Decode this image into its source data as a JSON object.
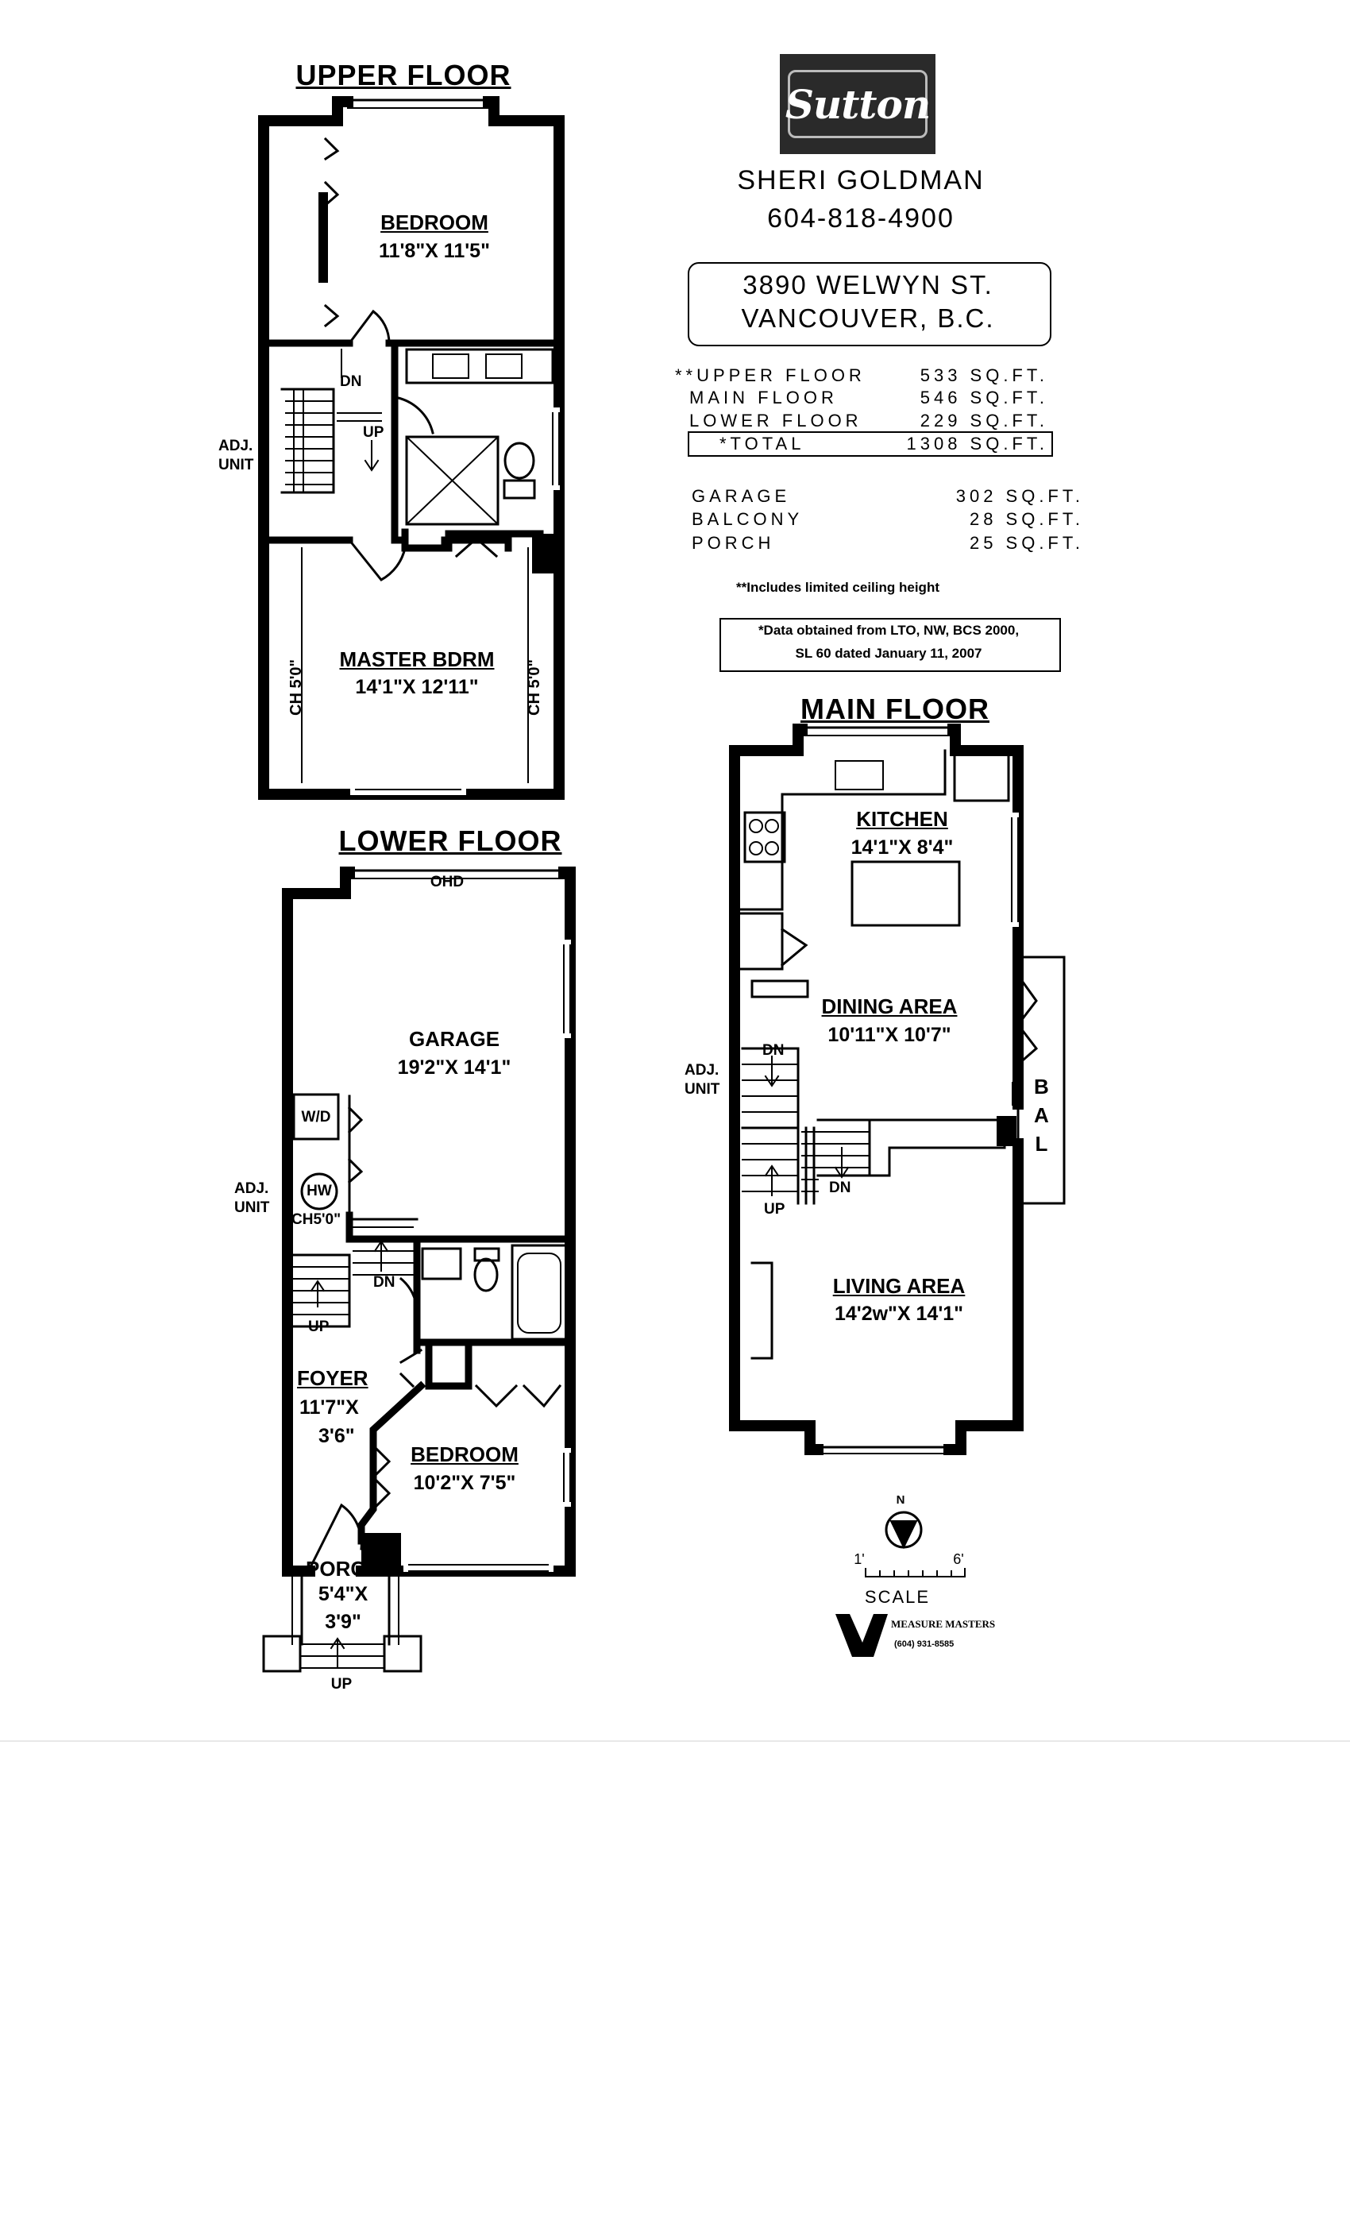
{
  "agent": {
    "logo_text": "Sutton",
    "name": "SHERI GOLDMAN",
    "phone": "604-818-4900"
  },
  "address": {
    "line1": "3890 WELWYN   ST.",
    "line2": "VANCOUVER, B.C."
  },
  "area_summary": [
    {
      "label": "**UPPER FLOOR",
      "value": "533  SQ.FT."
    },
    {
      "label": "MAIN FLOOR",
      "value": "546  SQ.FT."
    },
    {
      "label": "LOWER FLOOR",
      "value": "229  SQ.FT."
    },
    {
      "label": "*TOTAL",
      "value": "1308  SQ.FT."
    }
  ],
  "extra_areas": [
    {
      "label": "GARAGE",
      "value": "302  SQ.FT."
    },
    {
      "label": "BALCONY",
      "value": "28  SQ.FT."
    },
    {
      "label": "PORCH",
      "value": "25  SQ.FT."
    }
  ],
  "footnote": "**Includes limited ceiling height",
  "data_source": {
    "line1": "*Data obtained from LTO, NW, BCS 2000,",
    "line2": "SL 60 dated January 11, 2007"
  },
  "floors": {
    "upper": {
      "title": "UPPER FLOOR",
      "adj_unit": [
        "ADJ.",
        "UNIT"
      ],
      "bedroom": {
        "name": "BEDROOM",
        "dim": "11'8\"X  11'5\""
      },
      "master": {
        "name": "MASTER BDRM",
        "dim": "14'1\"X  12'11\""
      },
      "stairs": {
        "dn": "DN",
        "up": "UP"
      },
      "ceiling": [
        "CH 5'0\"",
        "CH 5'0\""
      ]
    },
    "lower": {
      "title": "LOWER FLOOR",
      "ohd": "OHD",
      "adj_unit": [
        "ADJ.",
        "UNIT"
      ],
      "garage": {
        "name": "GARAGE",
        "dim": "19'2\"X  14'1\""
      },
      "wd": "W/D",
      "hw": "HW",
      "ch": "CH5'0\"",
      "stairs": {
        "dn": "DN",
        "up": "UP"
      },
      "foyer": {
        "name": "FOYER",
        "dim1": "11'7\"X",
        "dim2": "3'6\""
      },
      "bedroom": {
        "name": "BEDROOM",
        "dim": "10'2\"X  7'5\""
      },
      "porch": {
        "name": "PORCH",
        "dim1": "5'4\"X",
        "dim2": "3'9\""
      },
      "porch_up": "UP"
    },
    "main": {
      "title": "MAIN FLOOR",
      "adj_unit": [
        "ADJ.",
        "UNIT"
      ],
      "kitchen": {
        "name": "KITCHEN",
        "dim": "14'1\"X  8'4\""
      },
      "dining": {
        "name": "DINING AREA",
        "dim": "10'11\"X  10'7\""
      },
      "living": {
        "name": "LIVING AREA",
        "dim": "14'2w\"X  14'1\""
      },
      "stairs": {
        "dn1": "DN",
        "dn2": "DN",
        "up": "UP"
      },
      "balcony": [
        "B",
        "A",
        "L"
      ]
    }
  },
  "legend": {
    "north": "N",
    "scale_start": "1'",
    "scale_end": "6'",
    "scale_label": "SCALE",
    "company": "MEASURE MASTERS",
    "company_phone": "(604) 931-8585"
  }
}
